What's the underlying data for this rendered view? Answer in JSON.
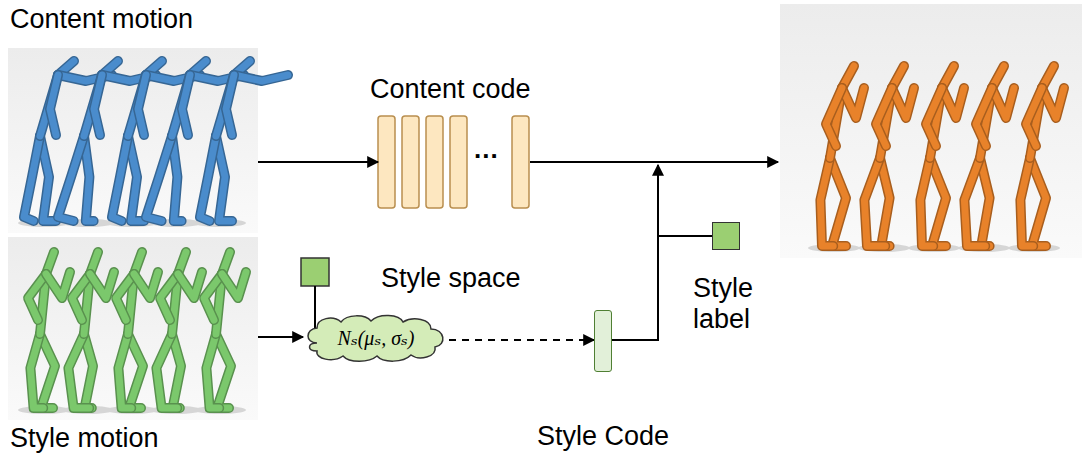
{
  "diagram": {
    "nodes": [
      {
        "text": [
          "Content motion"
        ]
      },
      {
        "text": [
          "Style motion"
        ]
      },
      {
        "text": [
          "Content code",
          "..."
        ]
      },
      {
        "text": [
          "Style space",
          "Nₛ(μₛ, σₛ)"
        ]
      },
      {
        "text": [
          "Style Code"
        ]
      },
      {
        "text": [
          "Style label"
        ]
      }
    ],
    "edges": [
      {
        "from": 0,
        "to": 2,
        "arrow": "to"
      },
      {
        "from": 1,
        "to": 3,
        "arrow": "to"
      },
      {
        "from": 3,
        "to": 4,
        "arrow": "to"
      }
    ]
  }
}
